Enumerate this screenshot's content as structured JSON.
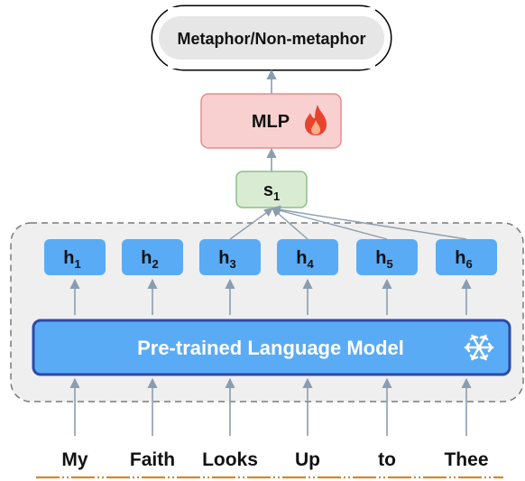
{
  "output_label": "Metaphor/Non-metaphor",
  "mlp": {
    "label": "MLP",
    "trainable_icon": "fire-icon"
  },
  "s1": {
    "base": "s",
    "sub": "1"
  },
  "plm": {
    "label": "Pre-trained Language Model",
    "frozen_icon": "snowflake-icon"
  },
  "hidden": [
    {
      "base": "h",
      "sub": "1"
    },
    {
      "base": "h",
      "sub": "2"
    },
    {
      "base": "h",
      "sub": "3"
    },
    {
      "base": "h",
      "sub": "4"
    },
    {
      "base": "h",
      "sub": "5"
    },
    {
      "base": "h",
      "sub": "6"
    }
  ],
  "tokens": [
    "My",
    "Faith",
    "Looks",
    "Up",
    "to",
    "Thee"
  ],
  "colors": {
    "hidden_fill": "#5aabf5",
    "plm_fill": "#5aabf5",
    "plm_border": "#2d4aa8",
    "mlp_fill": "#f8d0d0",
    "mlp_border": "#e98b8b",
    "s1_fill": "#d9ecd3",
    "s1_border": "#8cc08a",
    "output_fill": "#e6e6e6",
    "arrow": "#8a9db0",
    "underline": "#d4882a"
  }
}
